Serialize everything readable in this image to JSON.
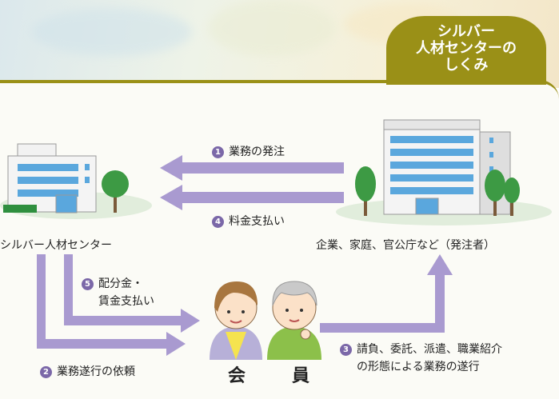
{
  "badge": {
    "line1": "シルバー",
    "line2": "人材センターの",
    "line3": "しくみ"
  },
  "nodes": {
    "center": "シルバー人材センター",
    "client": "企業、家庭、官公庁など（発注者）",
    "members": "会　員"
  },
  "steps": [
    {
      "num": "1",
      "text": "業務の発注"
    },
    {
      "num": "4",
      "text": "料金支払い"
    },
    {
      "num": "5",
      "line1": "配分金・",
      "line2": "賃金支払い"
    },
    {
      "num": "2",
      "text": "業務遂行の依頼"
    },
    {
      "num": "3",
      "line1": "請負、委託、派遣、職業紹介",
      "line2": "の形態による業務の遂行"
    }
  ],
  "colors": {
    "arrow": "#a99ad0",
    "badge": "#9a9017",
    "step_number": "#7b68a8"
  }
}
